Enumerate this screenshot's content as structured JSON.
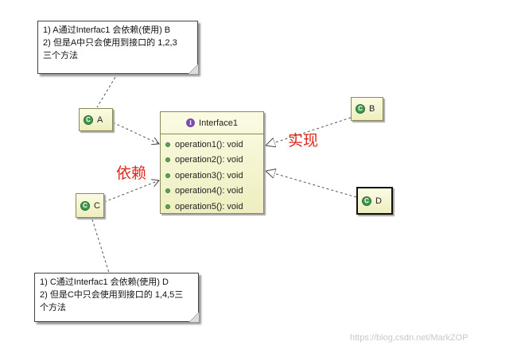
{
  "notes": {
    "note_a": {
      "lines": [
        "1) A通过Interfac1 会依赖(使用) B",
        "2) 但是A中只会使用到接口的 1,2,3",
        "三个方法"
      ]
    },
    "note_c": {
      "lines": [
        "1) C通过Interfac1 会依赖(使用) D",
        "2) 但是C中只会使用到接口的 1,4,5三",
        "个方法"
      ]
    }
  },
  "classes": {
    "a": {
      "name": "A",
      "icon": "C"
    },
    "b": {
      "name": "B",
      "icon": "C"
    },
    "c": {
      "name": "C",
      "icon": "C"
    },
    "d": {
      "name": "D",
      "icon": "C"
    }
  },
  "interface": {
    "icon": "I",
    "name": "Interface1",
    "operations": [
      "operation1(): void",
      "operation2(): void",
      "operation3(): void",
      "operation4(): void",
      "operation5(): void"
    ]
  },
  "labels": {
    "implement": "实现",
    "depend": "依赖"
  },
  "watermark": "https://blog.csdn.net/MarkZOP",
  "colors": {
    "annotation_red": "#e0261a",
    "class_fill": "#fbfbe4",
    "operation_dot": "#59a54f",
    "interface_icon": "#7b4cb0"
  }
}
